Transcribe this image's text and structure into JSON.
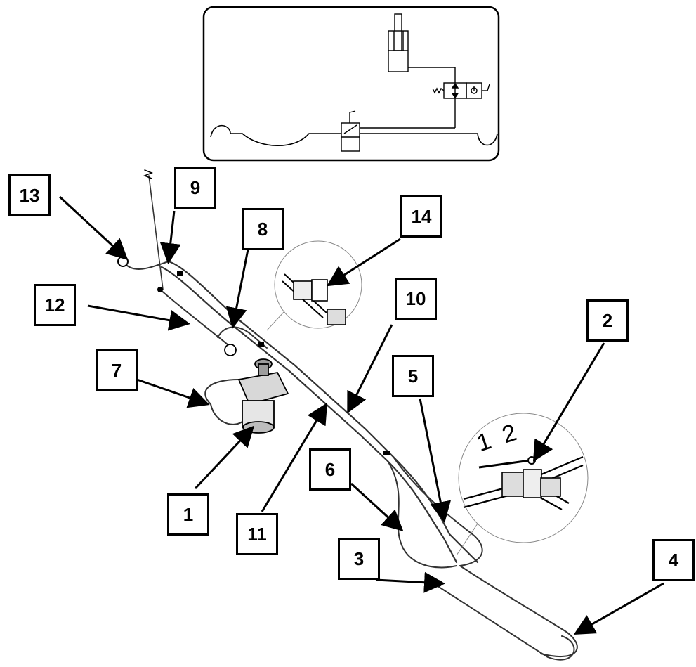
{
  "callouts": {
    "c1": "1",
    "c2": "2",
    "c3": "3",
    "c4": "4",
    "c5": "5",
    "c6": "6",
    "c7": "7",
    "c8": "8",
    "c9": "9",
    "c10": "10",
    "c11": "11",
    "c12": "12",
    "c13": "13",
    "c14": "14"
  },
  "valve_inset_marks": {
    "port_1": "1",
    "port_2": "2"
  },
  "colors": {
    "line": "#000000",
    "part": "#555555",
    "background": "#ffffff"
  }
}
